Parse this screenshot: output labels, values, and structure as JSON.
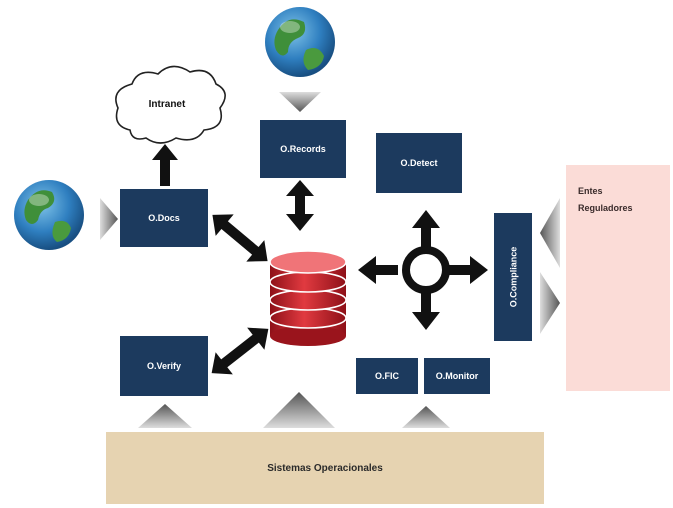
{
  "intranet": "Intranet",
  "boxes": {
    "docs": "O.Docs",
    "records": "O.Records",
    "detect": "O.Detect",
    "compliance": "O.Compliance",
    "verify": "O.Verify",
    "fic": "O.FIC",
    "monitor": "O.Monitor"
  },
  "entes": [
    "Entes",
    "Reguladores"
  ],
  "sistemas": "Sistemas Operacionales",
  "colors": {
    "box": "#1c3a5e",
    "entes_bg": "#fbdcd7",
    "sistemas_bg": "#e6d3b1",
    "db_red": "#c8232c",
    "arrow_grey": "#6f6f6f"
  },
  "icons": [
    "globe-icon",
    "cloud-icon",
    "database-icon",
    "hub-ring-icon",
    "arrow-icon"
  ]
}
